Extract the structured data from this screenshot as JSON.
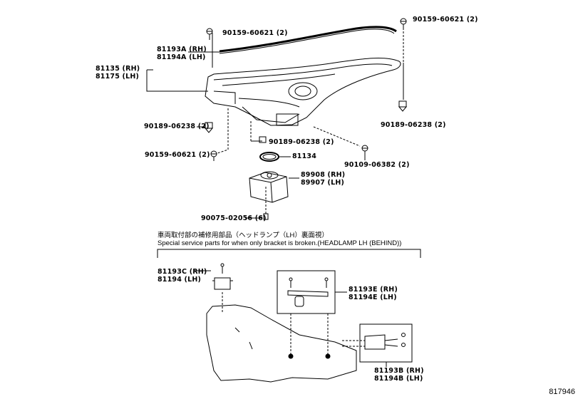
{
  "labels": {
    "screw_top_left": "90159-60621 (2)",
    "screw_top_right": "90159-60621 (2)",
    "bracket_a_rh": "81193A (RH)",
    "bracket_a_lh": "81194A (LH)",
    "headlamp_rh": "81135 (RH)",
    "headlamp_lh": "81175 (LH)",
    "grommet_left": "90189-06238 (2)",
    "grommet_right": "90189-06238 (2)",
    "grommet_mid": "90189-06238 (2)",
    "screw_lower_left": "90159-60621 (2)",
    "seal_ring": "81134",
    "screw_lower_right": "90109-06382 (2)",
    "computer_rh": "89908 (RH)",
    "computer_lh": "89907 (LH)",
    "bolt_bottom": "90075-02056 (6)",
    "service_note_jp": "車両取付部の補修用部品（ヘッドランプ（LH）裏面視）",
    "service_note_en": "Special service parts for when only bracket is broken.(HEADLAMP LH (BEHIND))",
    "bracket_c_rh": "81193C (RH)",
    "bracket_c_lh": "81194 (LH)",
    "bracket_e_rh": "81193E (RH)",
    "bracket_e_lh": "81194E (LH)",
    "bracket_b_rh": "81193B (RH)",
    "bracket_b_lh": "81194B (LH)",
    "figure_id": "817946"
  }
}
